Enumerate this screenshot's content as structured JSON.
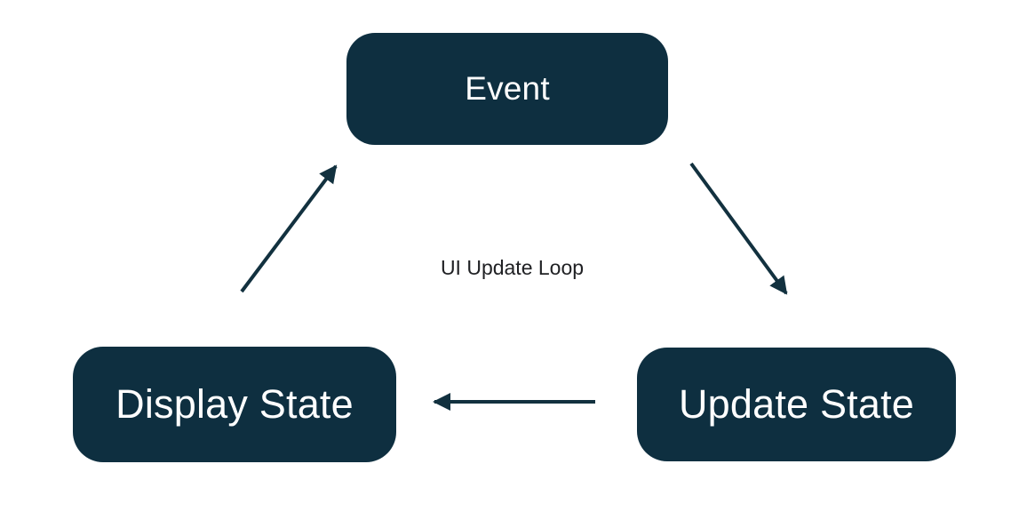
{
  "diagram": {
    "center_label": "UI Update Loop",
    "background_color": "#ffffff",
    "node_fill_color": "#0e2f40",
    "node_text_color": "#ffffff",
    "arrow_color": "#12313f",
    "center_label_color": "#202124",
    "nodes": [
      {
        "id": "event",
        "label": "Event",
        "position": "top-center"
      },
      {
        "id": "update-state",
        "label": "Update State",
        "position": "bottom-right"
      },
      {
        "id": "display-state",
        "label": "Display State",
        "position": "bottom-left"
      }
    ],
    "edges": [
      {
        "from": "event",
        "to": "update-state",
        "direction": "down-right"
      },
      {
        "from": "update-state",
        "to": "display-state",
        "direction": "left"
      },
      {
        "from": "display-state",
        "to": "event",
        "direction": "up-right"
      }
    ]
  }
}
